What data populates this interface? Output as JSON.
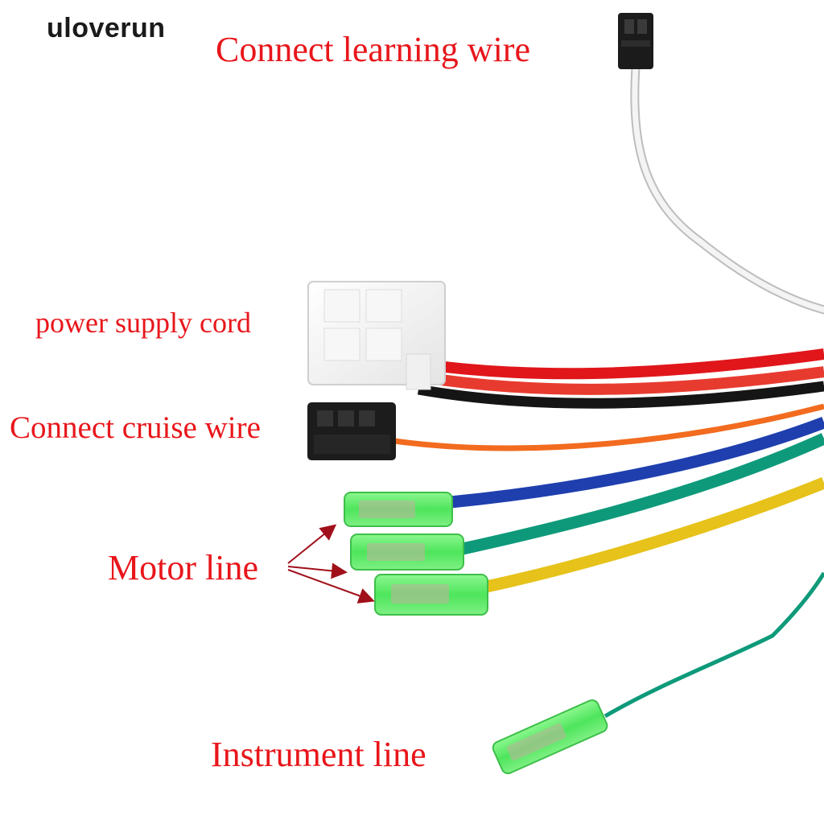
{
  "watermark": "uloverun",
  "labels": {
    "learning": "Connect learning wire",
    "power": "power supply cord",
    "cruise": "Connect cruise wire",
    "motor": "Motor line",
    "instrument": "Instrument line"
  },
  "colors": {
    "label": "#e8161b",
    "white_wire": "#e9e9e9",
    "red_wire": "#e0161b",
    "black_wire": "#151515",
    "orange_wire": "#f26b1f",
    "blue_wire": "#1f3fae",
    "green_wire": "#0e9a7a",
    "yellow_wire": "#e6c21a",
    "terminal_sleeve": "#5ff06a"
  }
}
